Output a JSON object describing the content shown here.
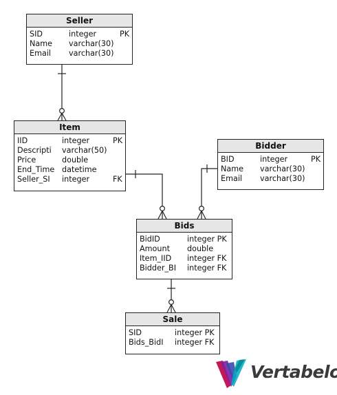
{
  "tables": {
    "seller": {
      "name": "Seller",
      "columns": [
        {
          "name": "SID",
          "type": "integer",
          "key": "PK"
        },
        {
          "name": "Name",
          "type": "varchar(30)",
          "key": ""
        },
        {
          "name": "Email",
          "type": "varchar(30)",
          "key": ""
        }
      ]
    },
    "item": {
      "name": "Item",
      "columns": [
        {
          "name": "IID",
          "type": "integer",
          "key": "PK"
        },
        {
          "name": "Descripti",
          "type": "varchar(50)",
          "key": ""
        },
        {
          "name": "Price",
          "type": "double",
          "key": ""
        },
        {
          "name": "End_Time",
          "type": "datetime",
          "key": ""
        },
        {
          "name": "Seller_SI",
          "type": "integer",
          "key": "FK"
        }
      ]
    },
    "bidder": {
      "name": "Bidder",
      "columns": [
        {
          "name": "BID",
          "type": "integer",
          "key": "PK"
        },
        {
          "name": "Name",
          "type": "varchar(30)",
          "key": ""
        },
        {
          "name": "Email",
          "type": "varchar(30)",
          "key": ""
        }
      ]
    },
    "bids": {
      "name": "Bids",
      "columns": [
        {
          "name": "BidID",
          "type": "integer PK",
          "key": ""
        },
        {
          "name": "Amount",
          "type": "double",
          "key": ""
        },
        {
          "name": "Item_IID",
          "type": "integer FK",
          "key": ""
        },
        {
          "name": "Bidder_BI",
          "type": "integer FK",
          "key": ""
        }
      ]
    },
    "sale": {
      "name": "Sale",
      "columns": [
        {
          "name": "SID",
          "type": "integer PK",
          "key": ""
        },
        {
          "name": "Bids_BidI",
          "type": "integer FK",
          "key": ""
        }
      ]
    }
  },
  "relationships": [
    {
      "from": "seller",
      "to": "item",
      "from_cardinality": "one",
      "to_cardinality": "zero-or-many"
    },
    {
      "from": "item",
      "to": "bids",
      "from_cardinality": "one",
      "to_cardinality": "zero-or-many"
    },
    {
      "from": "bidder",
      "to": "bids",
      "from_cardinality": "one",
      "to_cardinality": "zero-or-many"
    },
    {
      "from": "bids",
      "to": "sale",
      "from_cardinality": "one",
      "to_cardinality": "zero-or-many"
    }
  ],
  "logo": {
    "text": "Vertabelo",
    "colors": [
      "#c2185b",
      "#7b1fa2",
      "#3949ab",
      "#00acc1"
    ]
  },
  "line_color": "#222222"
}
